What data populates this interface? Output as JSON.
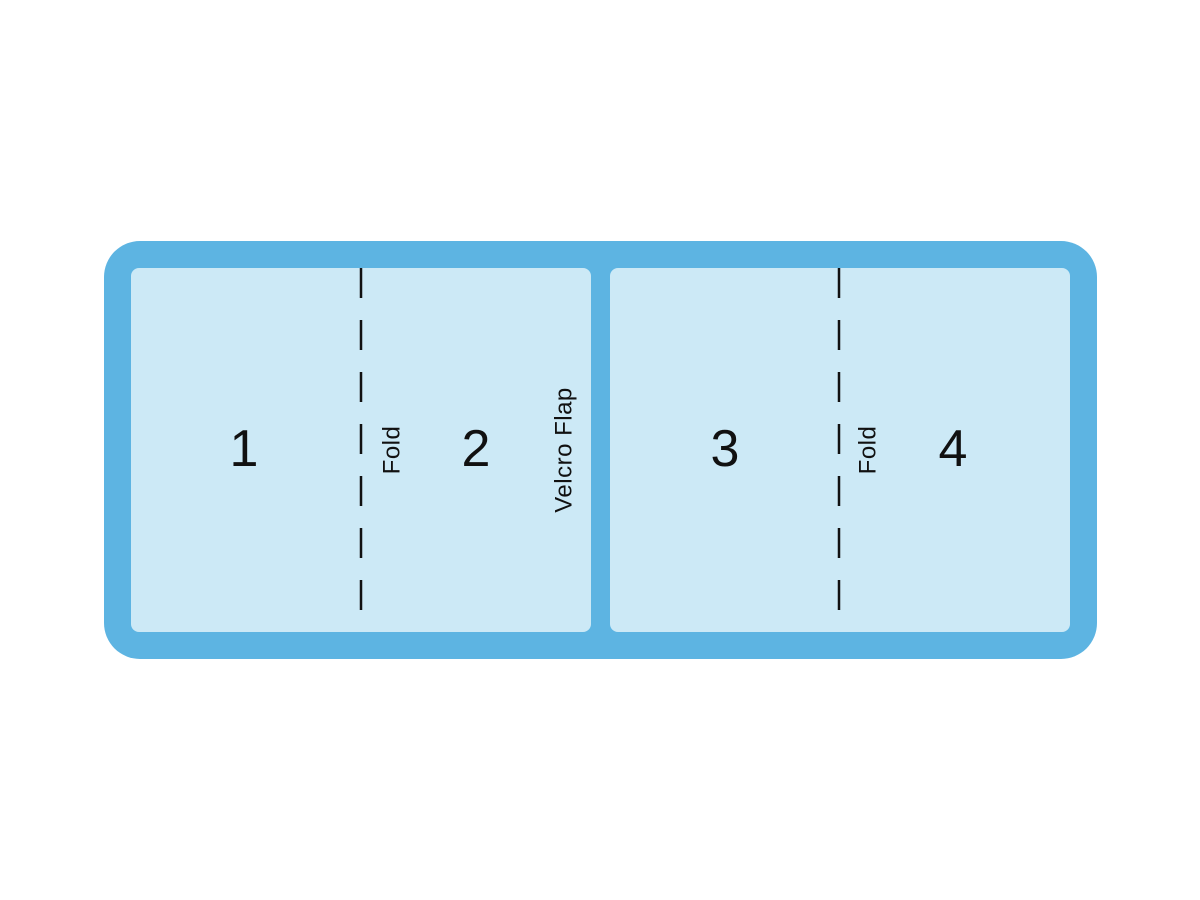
{
  "colors": {
    "frame": "#5db4e2",
    "panel_fill": "#cce9f6",
    "fold_line": "#111111",
    "text": "#111111",
    "background": "#ffffff"
  },
  "panels": [
    {
      "label": "1"
    },
    {
      "label": "2"
    },
    {
      "label": "3"
    },
    {
      "label": "4"
    }
  ],
  "folds": [
    {
      "label": "Fold"
    },
    {
      "label": "Fold"
    }
  ],
  "velcro": {
    "label": "Velcro Flap"
  }
}
